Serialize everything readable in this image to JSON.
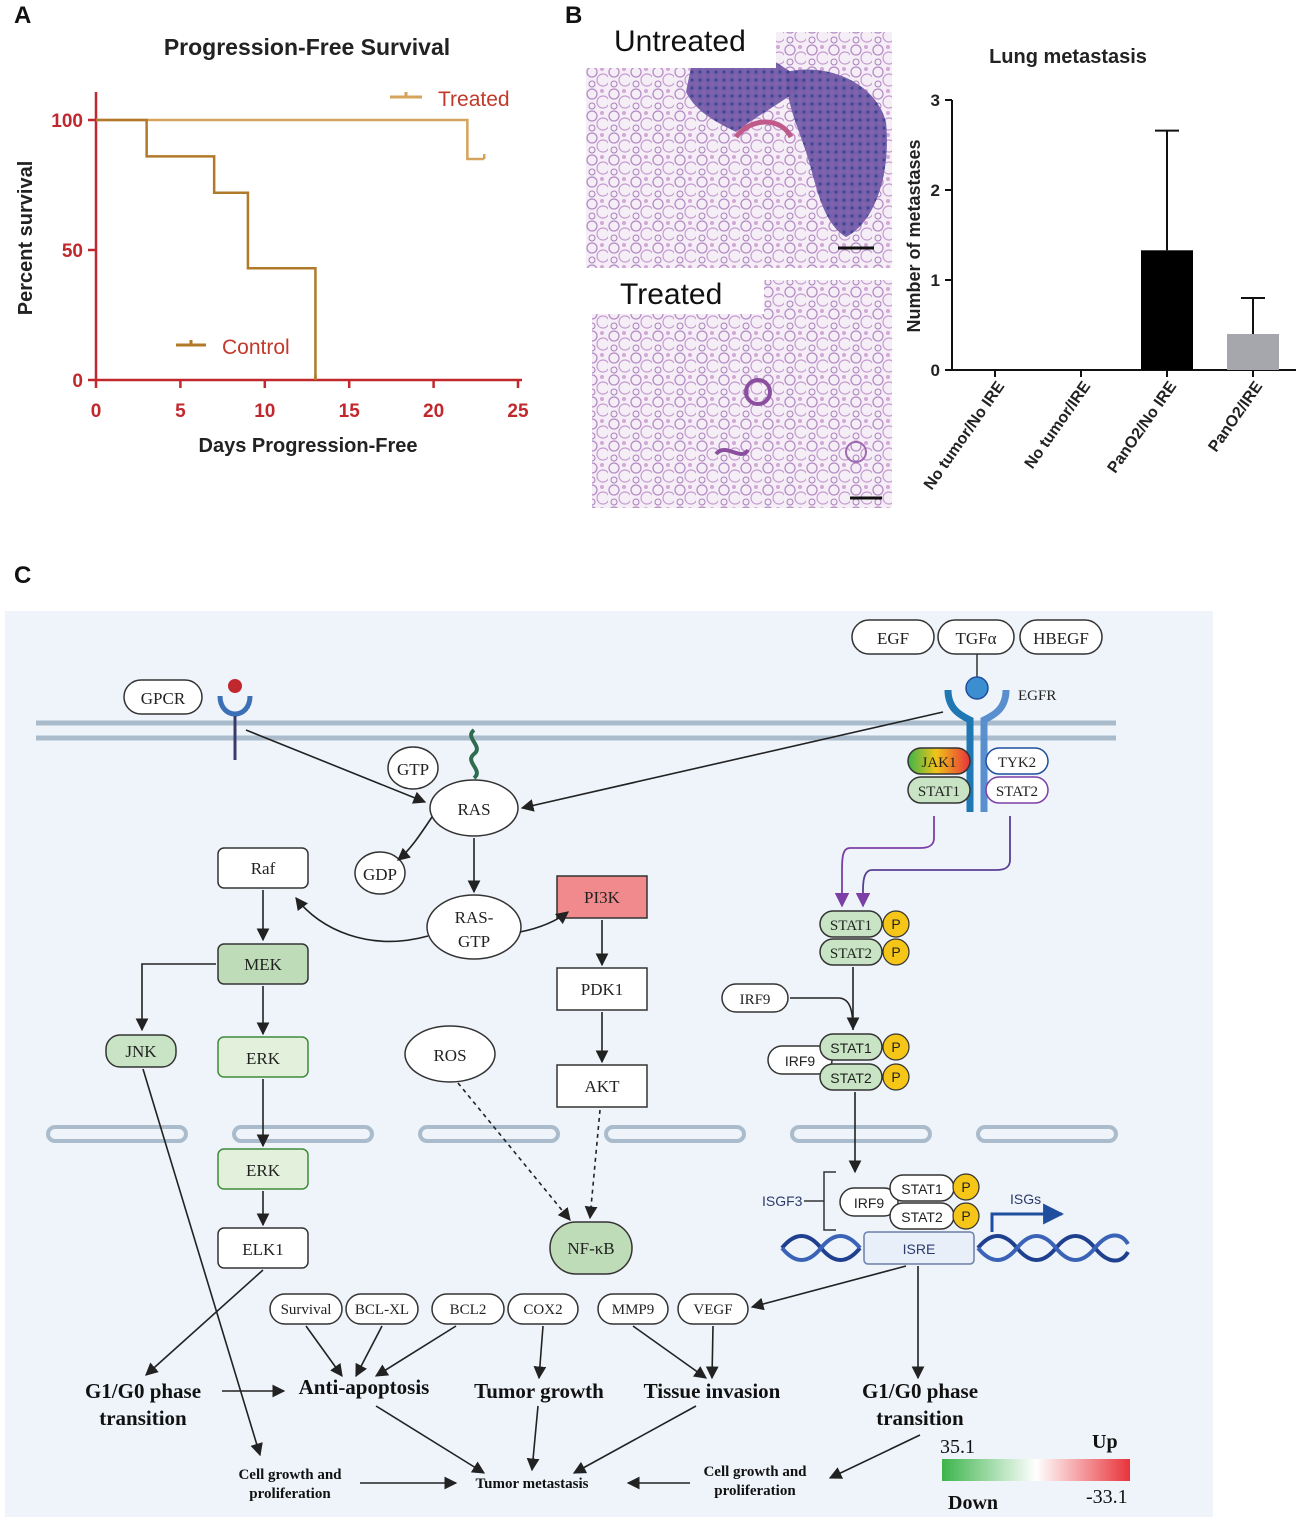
{
  "panels": {
    "a": "A",
    "b": "B",
    "c": "C"
  },
  "chart_a": {
    "type": "line",
    "title": "Progression-Free Survival",
    "xlabel": "Days Progression-Free",
    "ylabel": "Percent survival",
    "xlim": [
      0,
      25
    ],
    "ylim": [
      0,
      100
    ],
    "xticks": [
      0,
      5,
      10,
      15,
      20,
      25
    ],
    "yticks": [
      0,
      50,
      100
    ],
    "series": [
      {
        "name": "Treated",
        "color": "#d6a35a",
        "steps": [
          [
            0,
            100
          ],
          [
            22,
            100
          ],
          [
            22,
            85
          ],
          [
            23,
            85
          ]
        ]
      },
      {
        "name": "Control",
        "color": "#b07a2a",
        "steps": [
          [
            0,
            100
          ],
          [
            3,
            100
          ],
          [
            3,
            86
          ],
          [
            7,
            86
          ],
          [
            7,
            72
          ],
          [
            9,
            72
          ],
          [
            9,
            43
          ],
          [
            13,
            43
          ],
          [
            13,
            0
          ]
        ]
      }
    ]
  },
  "histology": {
    "untreated_label": "Untreated",
    "treated_label": "Treated"
  },
  "chart_b": {
    "type": "bar",
    "title": "Lung metastasis",
    "ylabel": "Number of metastases",
    "ylim": [
      0,
      3
    ],
    "yticks": [
      0,
      1,
      2,
      3
    ],
    "categories": [
      "No tumor/No IRE",
      "No tumor/IRE",
      "PanO2/No IRE",
      "PanO2/IRE"
    ],
    "values": [
      0,
      0,
      1.33,
      0.4
    ],
    "errors": [
      0,
      0,
      1.33,
      0.4
    ],
    "colors": [
      "#000000",
      "#000000",
      "#000000",
      "#a6a6ad"
    ]
  },
  "pathway": {
    "ligands": [
      "EGF",
      "TGFα",
      "HBEGF"
    ],
    "egfr": "EGFR",
    "gpcr": "GPCR",
    "gtp": "GTP",
    "gdp": "GDP",
    "ras": "RAS",
    "ras_gtp_1": "RAS-",
    "ras_gtp_2": "GTP",
    "raf": "Raf",
    "mek": "MEK",
    "jnk": "JNK",
    "erk1": "ERK",
    "erk2": "ERK",
    "elk1": "ELK1",
    "pi3k": "PI3K",
    "pdk1": "PDK1",
    "akt": "AKT",
    "ros": "ROS",
    "nfkb": "NF-κB",
    "jak1": "JAK1",
    "tyk2": "TYK2",
    "stat1": "STAT1",
    "stat2": "STAT2",
    "p": "P",
    "irf9": "IRF9",
    "isgf3": "ISGF3",
    "isgs": "ISGs",
    "isre": "ISRE",
    "survival": "Survival",
    "bclxl": "BCL-XL",
    "bcl2": "BCL2",
    "cox2": "COX2",
    "mmp9": "MMP9",
    "vegf": "VEGF",
    "g1g0_left_1": "G1/G0 phase",
    "g1g0_left_2": "transition",
    "anti_apoptosis": "Anti-apoptosis",
    "tumor_growth": "Tumor growth",
    "tissue_invasion": "Tissue invasion",
    "g1g0_right_1": "G1/G0 phase",
    "g1g0_right_2": "transition",
    "cell_growth_left_1": "Cell growth and",
    "cell_growth_left_2": "proliferation",
    "tumor_metastasis": "Tumor metastasis",
    "cell_growth_right_1": "Cell growth and",
    "cell_growth_right_2": "proliferation"
  },
  "legend_scale": {
    "up_label": "Up",
    "down_label": "Down",
    "max": "35.1",
    "min": "-33.1",
    "colors": {
      "up": "#e8333a",
      "mid": "#ffffff",
      "down": "#3cb44b"
    }
  }
}
